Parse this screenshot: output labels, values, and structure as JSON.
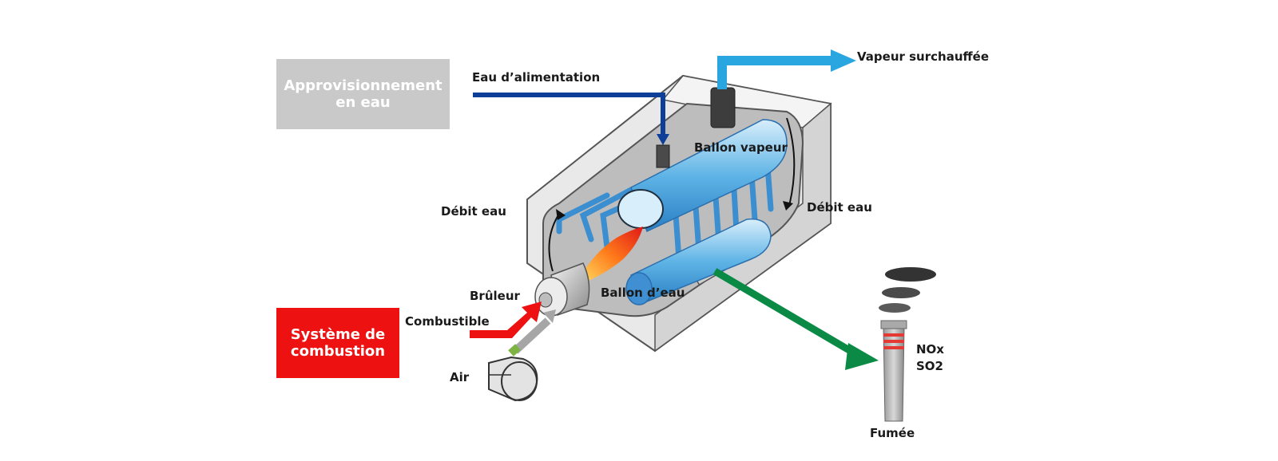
{
  "boxes": {
    "water_supply": {
      "line1": "Approvisionnement",
      "line2": "en eau"
    },
    "combustion": {
      "line1": "Système de",
      "line2": "combustion"
    }
  },
  "labels": {
    "feed_water": "Eau d’alimentation",
    "superheated_steam": "Vapeur surchauffée",
    "steam_drum": "Ballon vapeur",
    "water_flow_left": "Débit eau",
    "water_flow_right": "Débit eau",
    "burner": "Brûleur",
    "water_drum": "Ballon d’eau",
    "fuel": "Combustible",
    "air": "Air",
    "nox": "NOx",
    "so2": "SO2",
    "flue_gas": "Fumée"
  },
  "colors": {
    "feed_water_arrow": "#0d3f99",
    "steam_arrow": "#29a6e0",
    "fuel_arrow": "#ee1111",
    "air_arrow": "#a6a6a6",
    "flue_arrow": "#0a8a45",
    "water_box": "#c9c9c9",
    "combustion_box": "#ee1111"
  }
}
